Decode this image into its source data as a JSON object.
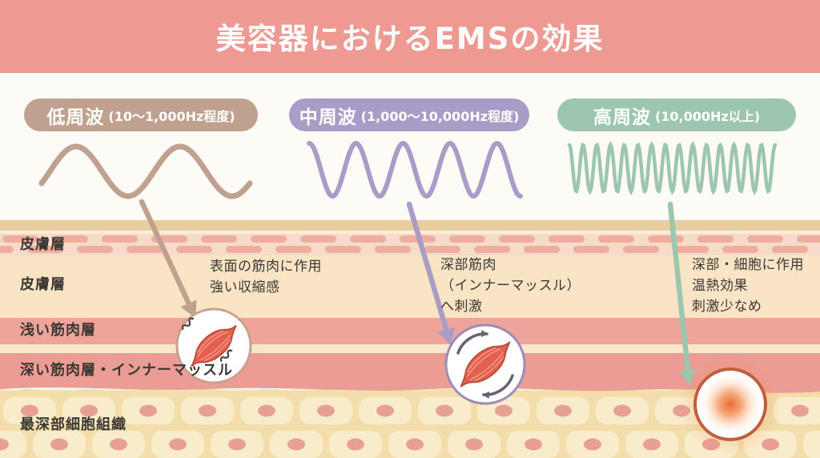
{
  "title": "美容器におけるEMSの効果",
  "colors": {
    "header-bg": "#ee9a93",
    "page-bg": "#fdfbf6",
    "text": "#3b3732",
    "layer-tan": "#e9cda1",
    "layer-cream-line": "#f9eed8",
    "layer-dash-bg": "#f6dbcb",
    "layer-dash": "#eeae9e",
    "layer-peach": "#f9e4c6",
    "layer-muscle-shallow": "#efa49b",
    "layer-cream-band": "#f8e7cb",
    "layer-muscle-deep": "#eb9c94",
    "cell-bg": "#f2ddab",
    "cell-fill": "#f9ecca",
    "cell-nucleus": "#e8a095",
    "icon-muscle-fill": "#e4604e",
    "icon-muscle-outline": "#b84a36",
    "heat-ring": "#c05f3e"
  },
  "bands": [
    {
      "id": "low",
      "label": "低周波",
      "range": "(10〜1,000Hz程度)",
      "color": "#c0a08e",
      "wave_cycles": 2,
      "note_lines": [
        "表面の筋肉に作用",
        "強い収縮感"
      ]
    },
    {
      "id": "mid",
      "label": "中周波",
      "range": "(1,000〜10,000Hz程度)",
      "color": "#a99cc6",
      "wave_cycles": 4.5,
      "note_lines": [
        "深部筋肉",
        "（インナーマッスル）",
        "へ刺激"
      ]
    },
    {
      "id": "high",
      "label": "高周波",
      "range": "(10,000Hz以上)",
      "color": "#9dc6ae",
      "wave_cycles": 15,
      "note_lines": [
        "深部・細胞に作用",
        "温熱効果",
        "刺激少なめ"
      ]
    }
  ],
  "skin_layers": [
    {
      "label": "皮膚層"
    },
    {
      "label": "皮膚層"
    },
    {
      "label": "浅い筋肉層"
    },
    {
      "label": "深い筋肉層・インナーマッスル"
    },
    {
      "label": "最深部細胞組織"
    }
  ]
}
